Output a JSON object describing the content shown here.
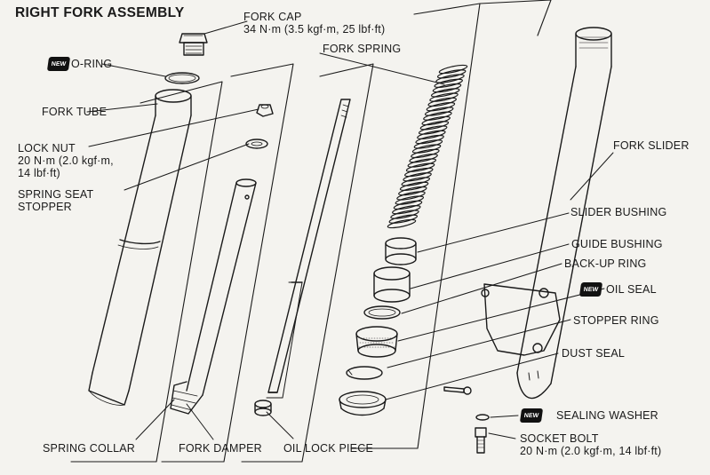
{
  "title": "RIGHT FORK ASSEMBLY",
  "new_badge": "NEW",
  "labels": {
    "fork_cap": "FORK CAP",
    "fork_cap_torque": "34 N·m (3.5 kgf·m, 25 lbf·ft)",
    "o_ring": "O-RING",
    "fork_tube": "FORK TUBE",
    "lock_nut": "LOCK NUT",
    "lock_nut_torque_1": "20 N·m (2.0 kgf·m,",
    "lock_nut_torque_2": "14 lbf·ft)",
    "spring_seat_stopper_1": "SPRING SEAT",
    "spring_seat_stopper_2": "STOPPER",
    "fork_spring": "FORK SPRING",
    "fork_slider": "FORK SLIDER",
    "slider_bushing": "SLIDER BUSHING",
    "guide_bushing": "GUIDE BUSHING",
    "back_up_ring": "BACK-UP RING",
    "oil_seal": "OIL SEAL",
    "stopper_ring": "STOPPER RING",
    "dust_seal": "DUST SEAL",
    "sealing_washer": "SEALING WASHER",
    "socket_bolt": "SOCKET BOLT",
    "socket_bolt_torque": "20 N·m (2.0 kgf·m, 14 lbf·ft)",
    "spring_collar": "SPRING COLLAR",
    "fork_damper": "FORK DAMPER",
    "oil_lock_piece": "OIL LOCK PIECE"
  }
}
